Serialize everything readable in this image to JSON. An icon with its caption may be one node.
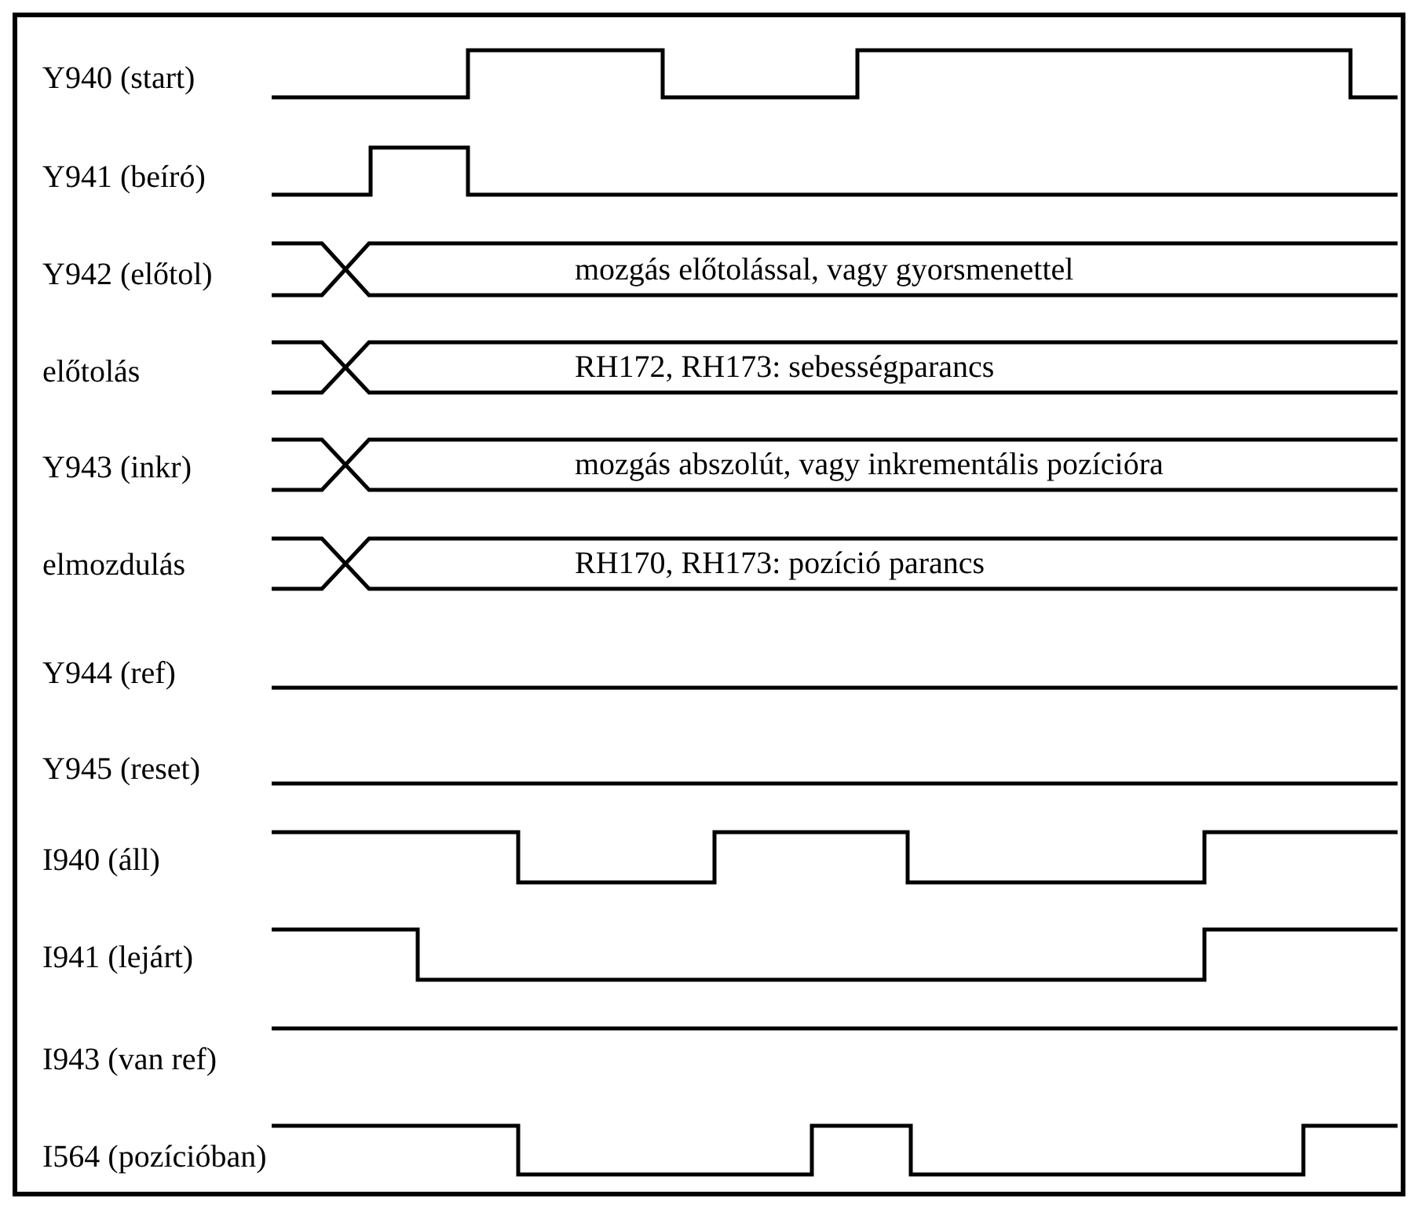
{
  "diagram": {
    "labels": [
      "Y940 (start)",
      "Y941 (beíró)",
      "Y942 (előtol)",
      "mozgás előtolással, vagy gyorsmenettel",
      "előtolás",
      "RH172, RH173: sebességparancs",
      "Y943 (inkr)",
      "mozgás abszolút, vagy inkrementális pozícióra",
      "elmozdulás",
      "RH170, RH173: pozíció parancs",
      "Y944 (ref)",
      "Y945 (reset)",
      "I940 (áll)",
      "I941 (lejárt)",
      "I943 (van ref)",
      "I564 (pozícióban)"
    ]
  }
}
